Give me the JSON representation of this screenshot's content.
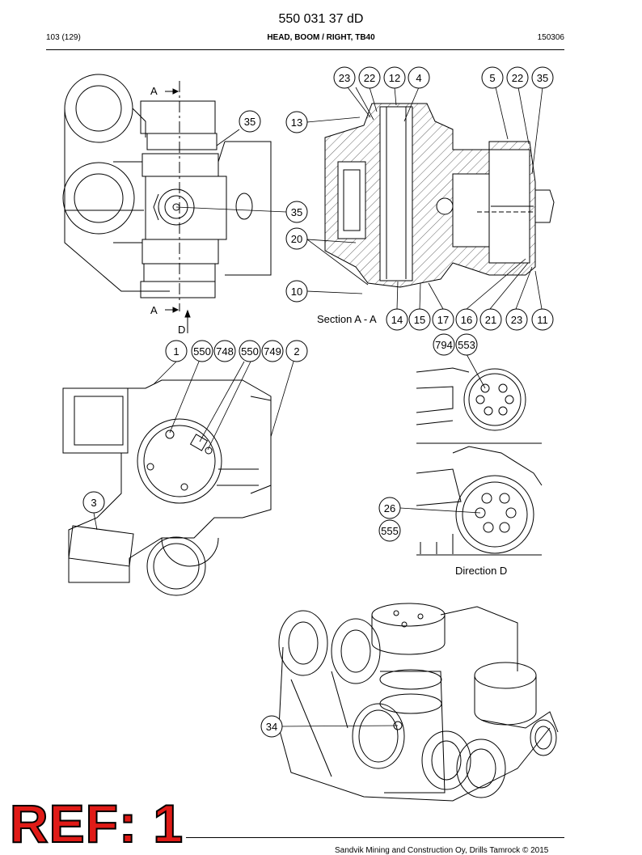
{
  "header": {
    "doc_number": "550 031 37 dD",
    "page_ref": "103 (129)",
    "title": "HEAD, BOOM / RIGHT, TB40",
    "date": "150306"
  },
  "section_label": "Section A - A",
  "direction_label": "Direction D",
  "section_marks": {
    "a": "A",
    "d": "D"
  },
  "balloons": {
    "top_section": [
      "23",
      "22",
      "12",
      "4",
      "5",
      "22",
      "35",
      "13",
      "20",
      "10",
      "14",
      "15",
      "17",
      "16",
      "21",
      "23",
      "11"
    ],
    "top_left": [
      "35",
      "35"
    ],
    "middle_left": [
      "1",
      "550",
      "748",
      "550",
      "749",
      "2",
      "3"
    ],
    "direction": [
      "794",
      "553",
      "26",
      "555"
    ],
    "iso": [
      "34"
    ]
  },
  "footer": {
    "copyright": "Sandvik Mining and Construction Oy, Drills Tamrock © 2015",
    "ref_stamp": "REF: 1"
  }
}
